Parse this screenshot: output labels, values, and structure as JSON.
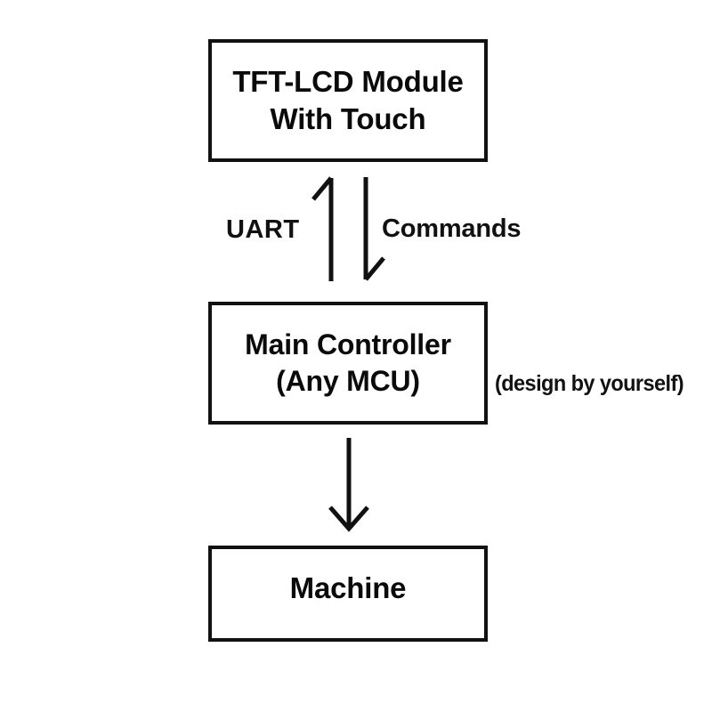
{
  "diagram": {
    "title": "TFT-LCD Module system block diagram",
    "background_color": "#ffffff",
    "stroke_color": "#111111",
    "text_color": "#0a0a0a",
    "nodes": [
      {
        "id": "tft-lcd-module",
        "lines": [
          "TFT-LCD Module",
          "With Touch"
        ],
        "shape": "rectangle"
      },
      {
        "id": "main-controller",
        "lines": [
          "Main Controller",
          "(Any MCU)"
        ],
        "shape": "rectangle"
      },
      {
        "id": "machine",
        "lines": [
          "Machine"
        ],
        "shape": "rectangle"
      }
    ],
    "edges": [
      {
        "id": "uart-up",
        "label": "UART",
        "from": "main-controller",
        "to": "tft-lcd-module",
        "direction": "up",
        "arrowhead": "half-open-left"
      },
      {
        "id": "commands-down",
        "label": "Commands",
        "from": "tft-lcd-module",
        "to": "main-controller",
        "direction": "down",
        "arrowhead": "half-open-right"
      },
      {
        "id": "controller-to-machine",
        "label": "",
        "from": "main-controller",
        "to": "machine",
        "direction": "down",
        "arrowhead": "open-v"
      }
    ],
    "annotations": [
      {
        "id": "design-note",
        "text": "(design by yourself)",
        "attached_to": "main-controller"
      }
    ]
  }
}
